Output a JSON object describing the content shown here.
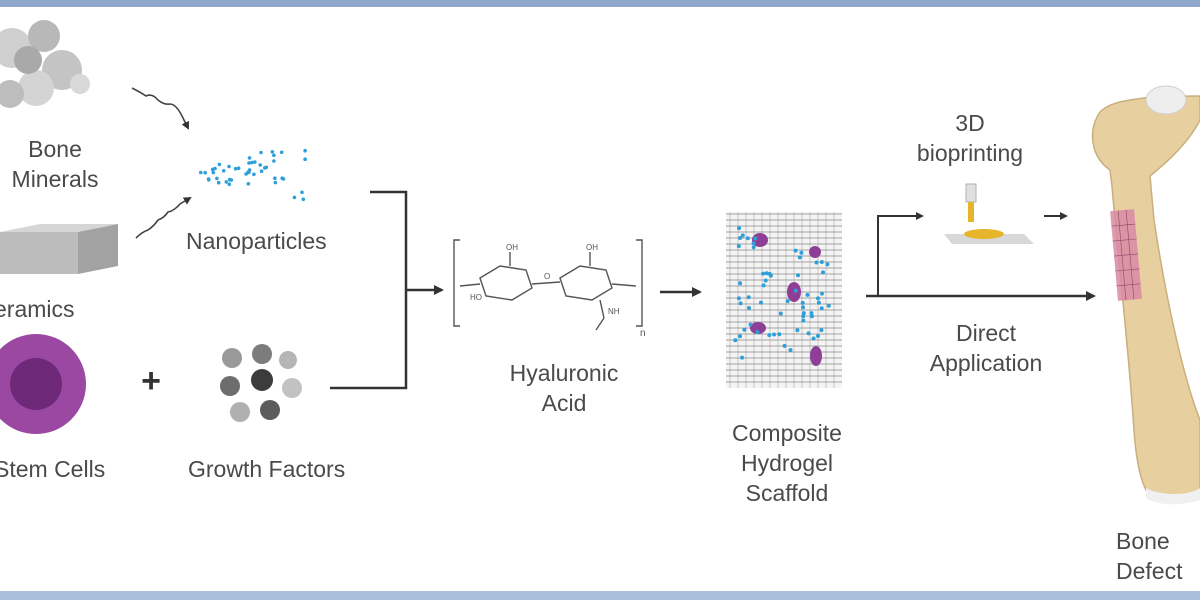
{
  "labels": {
    "bone_minerals": [
      "Bone",
      "Minerals"
    ],
    "ceramics": "eramics",
    "stem_cells": "Stem Cells",
    "nanoparticles": "Nanoparticles",
    "plus": "+",
    "growth_factors": "Growth Factors",
    "hyaluronic_acid": [
      "Hyaluronic",
      "Acid"
    ],
    "scaffold": [
      "Composite",
      "Hydrogel",
      "Scaffold"
    ],
    "bioprinting": [
      "3D",
      "bioprinting"
    ],
    "direct_application": [
      "Direct",
      "Application"
    ],
    "bone_defect": [
      "Bone",
      "Defect"
    ]
  },
  "chem": {
    "oh": "OH",
    "ho": "HO",
    "o": "O",
    "nh": "NH",
    "n": "n"
  },
  "colors": {
    "frame_top": "#8fa8cc",
    "frame_bottom": "#a9bfdc",
    "arrow": "#333333",
    "nanoparticle": "#2e9fd8",
    "stem_cell": "#8e3e96",
    "bone": "#e8cfa0",
    "defect": "#d98aa5"
  }
}
